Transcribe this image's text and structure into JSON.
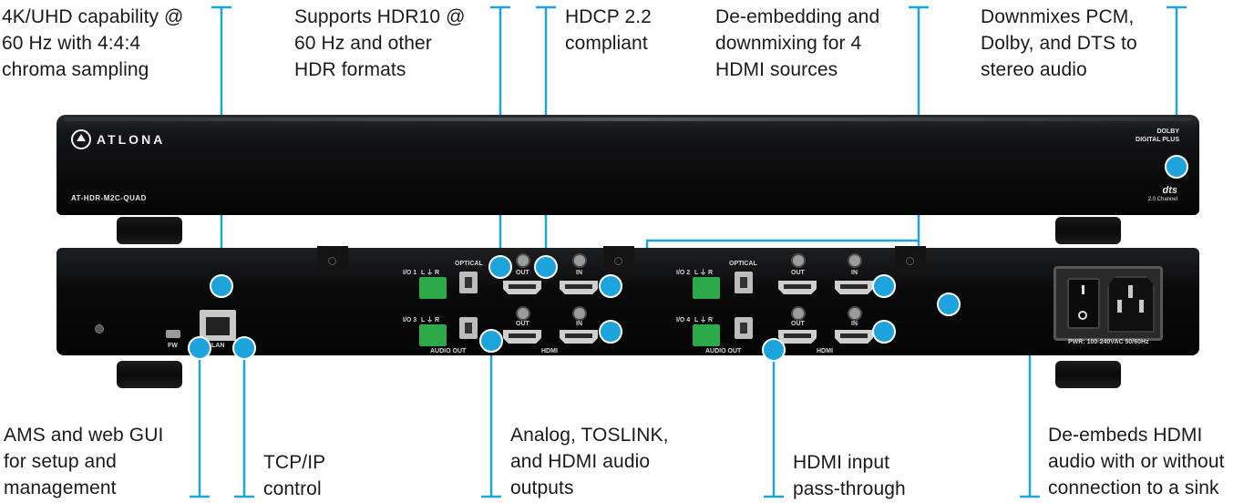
{
  "callouts": {
    "c1": "4K/UHD capability @\n60 Hz with 4:4:4\nchroma sampling",
    "c2": "Supports HDR10 @\n60 Hz and other\nHDR formats",
    "c3": "HDCP 2.2\ncompliant",
    "c4": "De-embedding and\ndownmixing for 4\nHDMI sources",
    "c5": "Downmixes PCM,\nDolby, and DTS to\nstereo audio",
    "c6": "AMS and web GUI\nfor setup and\nmanagement",
    "c7": "TCP/IP\ncontrol",
    "c8": "Analog, TOSLINK,\nand HDMI audio\noutputs",
    "c9": "HDMI input\npass-through",
    "c10": "De-embeds HDMI\naudio with or without\nconnection to a sink"
  },
  "front": {
    "brand": "ATLONA",
    "model": "AT-HDR-M2C-QUAD",
    "dolby": "DOLBY",
    "dolby_sub": "DIGITAL PLUS",
    "dts": "dts",
    "dts_sub": "2.0 Channel"
  },
  "rear": {
    "fw": "FW",
    "lan": "LAN",
    "io1": "I/O 1",
    "io2": "I/O 2",
    "io3": "I/O 3",
    "io4": "I/O 4",
    "lr": "L  ⏚  R",
    "optical": "OPTICAL",
    "out": "OUT",
    "in": "IN",
    "audio_out": "AUDIO OUT",
    "hdmi": "HDMI",
    "pwr": "PWR: 100-240VAC 50/60Hz"
  },
  "colors": {
    "accent": "#1ea4dc",
    "chassis": "#0c0c0d",
    "text": "#1a1a1a"
  }
}
